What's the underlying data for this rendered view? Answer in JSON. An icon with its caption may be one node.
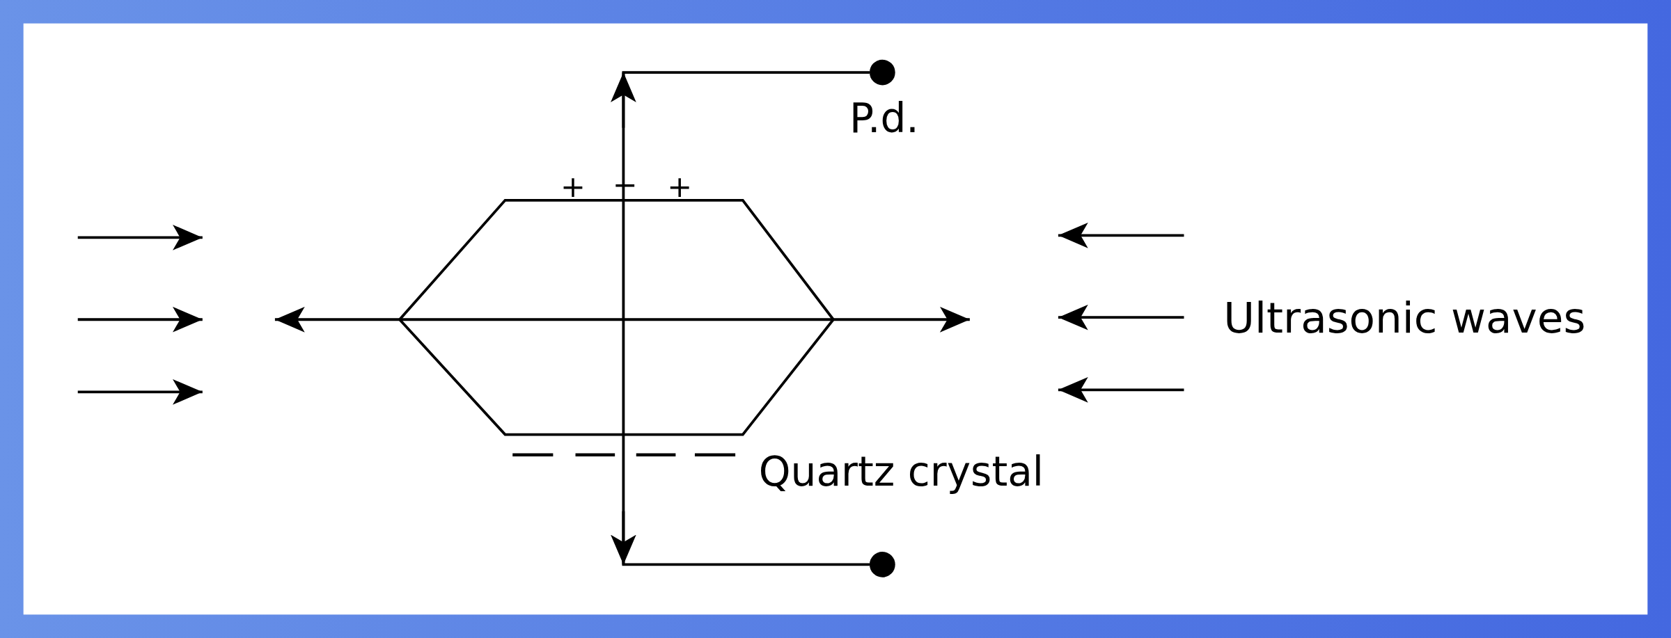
{
  "diagram": {
    "nodes": [
      {
        "text": [],
        "shape": "hexagon",
        "beside": [
          "+",
          "−",
          "+",
          "Quartz crystal"
        ]
      },
      {
        "text": [],
        "shape": "circle"
      },
      {
        "text": [],
        "shape": "circle"
      }
    ],
    "edges": [
      {
        "from": 0,
        "to": 1,
        "arrow": "none"
      },
      {
        "from": 0,
        "to": 2,
        "arrow": "none"
      }
    ],
    "labels": [
      "P.d.",
      "Ultrasonic waves"
    ]
  }
}
